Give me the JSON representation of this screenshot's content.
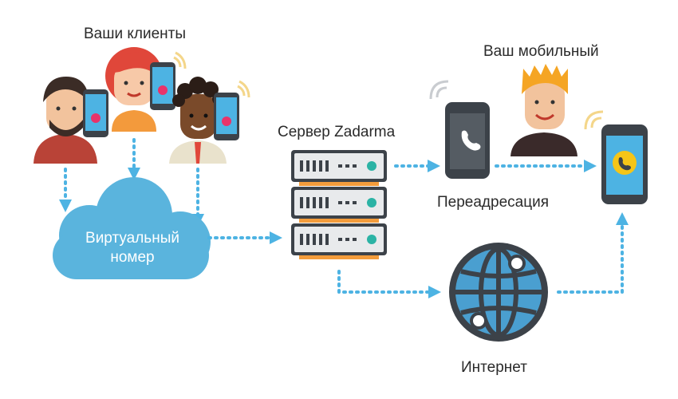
{
  "labels": {
    "clients": "Ваши клиенты",
    "mobile": "Ваш мобильный",
    "server": "Сервер Zadarma",
    "forwarding": "Переадресация",
    "internet": "Интернет",
    "virtual_line1": "Виртуальный",
    "virtual_line2": "номер"
  },
  "colors": {
    "arrow": "#4db3e3",
    "cloud": "#5ab4dd",
    "server_body": "#e8eaec",
    "server_accent": "#f39c3c",
    "server_led": "#2bb3a5",
    "dark": "#3c4249",
    "globe": "#4a9fd0",
    "phone_screen": "#4db3e3",
    "call_icon": "#e8336a",
    "signal": "#f4d68a"
  },
  "icons": [
    "client-icon",
    "phone-icon",
    "cloud-icon",
    "server-icon",
    "globe-icon",
    "mobile-phone-icon",
    "signal-icon"
  ]
}
